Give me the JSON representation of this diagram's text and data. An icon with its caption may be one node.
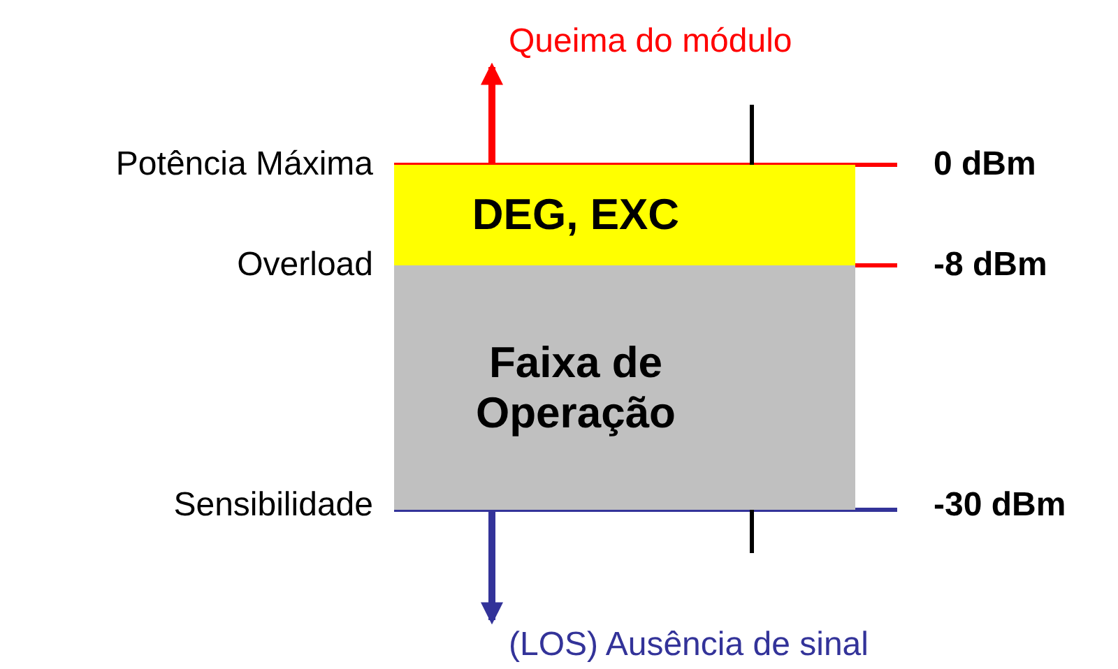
{
  "diagram": {
    "nodes": [
      {
        "text": [
          "DEG, EXC"
        ]
      },
      {
        "text": [
          "Faixa de Operação"
        ]
      },
      {
        "text": [
          "Queima do módulo"
        ]
      },
      {
        "text": [
          "(LOS) Ausência de sinal"
        ]
      }
    ],
    "edges": [
      {
        "from": 0,
        "to": 2,
        "arrow": "to",
        "color": "#ff0000"
      },
      {
        "from": 1,
        "to": 3,
        "arrow": "to",
        "color": "#333399"
      }
    ],
    "labels": [
      "Potência Máxima",
      "0 dBm",
      "Overload",
      "-8 dBm",
      "Sensibilidade",
      "-30 dBm"
    ]
  }
}
